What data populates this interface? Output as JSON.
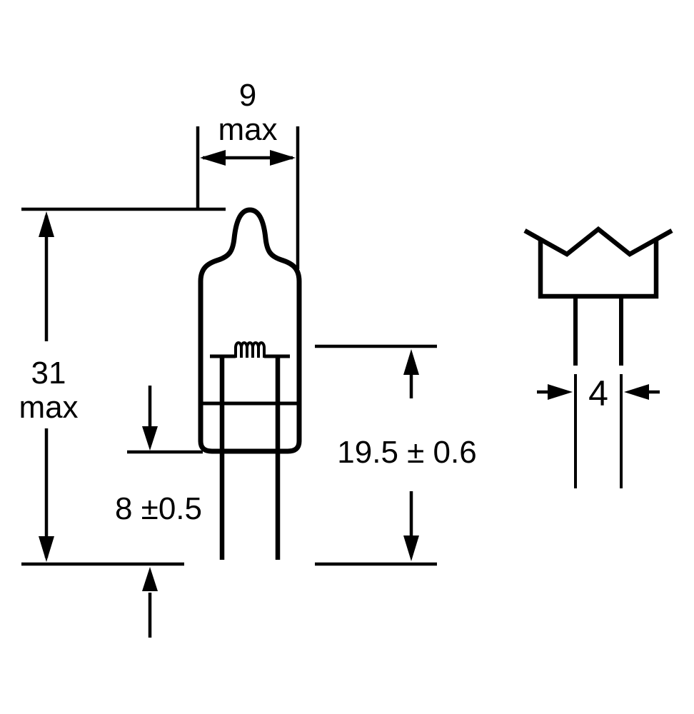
{
  "colors": {
    "ink": "#000000",
    "paper": "#ffffff"
  },
  "dimensions": {
    "bulb_diameter": {
      "value": "9",
      "qualifier": "max"
    },
    "overall_length": {
      "value": "31",
      "qualifier": "max"
    },
    "pin_length": {
      "value": "8 ±0.5"
    },
    "light_center_length": {
      "value": "19.5 ± 0.6"
    },
    "pin_spacing": {
      "value": "4"
    }
  }
}
